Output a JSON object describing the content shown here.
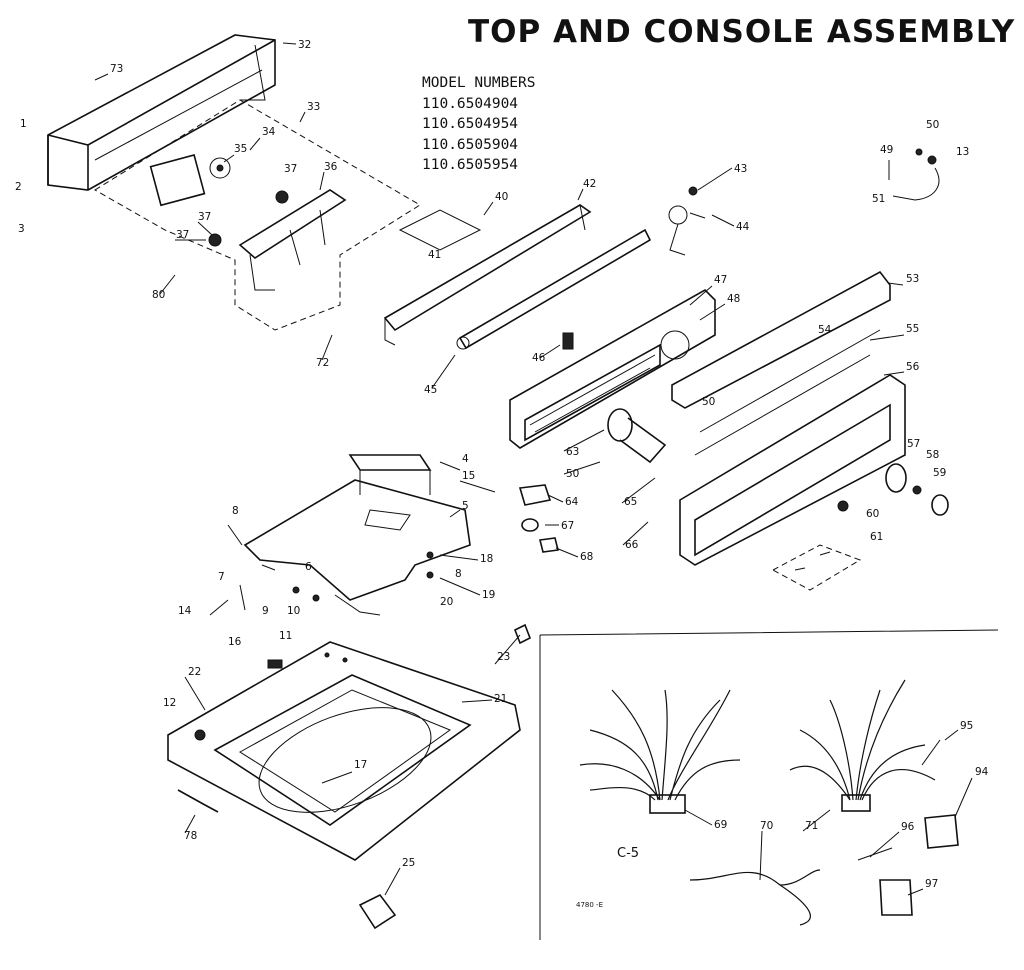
{
  "title": "TOP AND CONSOLE ASSEMBLY",
  "model_numbers": {
    "heading": "MODEL NUMBERS",
    "items": [
      "110.6504904",
      "110.6504954",
      "110.6505904",
      "110.6505954"
    ]
  },
  "section_label": "C-5",
  "stamp_text": "4780 -E",
  "callouts": {
    "p73": "73",
    "p32": "32",
    "p33": "33",
    "p34": "34",
    "p35": "35",
    "p36": "36",
    "p37a": "37",
    "p37b": "37",
    "p37c": "37",
    "p2": "2",
    "p3": "3",
    "p1": "1",
    "p80": "80",
    "p72": "72",
    "p40": "40",
    "p41": "41",
    "p42": "42",
    "p43": "43",
    "p44": "44",
    "p45": "45",
    "p46": "46",
    "p47": "47",
    "p48": "48",
    "p49": "49",
    "p50a": "50",
    "p50b": "50",
    "p50c": "50",
    "p51": "51",
    "p13": "13",
    "p53": "53",
    "p54": "54",
    "p55": "55",
    "p56": "56",
    "p57": "57",
    "p58": "58",
    "p59": "59",
    "p60": "60",
    "p61": "61",
    "p63": "63",
    "p64": "64",
    "p65": "65",
    "p66": "66",
    "p67": "67",
    "p68": "68",
    "p4": "4",
    "p5": "5",
    "p6": "6",
    "p7": "7",
    "p8": "8",
    "p9": "9",
    "p10": "10",
    "p11": "11",
    "p12": "12",
    "p14": "14",
    "p15": "15",
    "p16": "16",
    "p17": "17",
    "p18": "18",
    "p19": "19",
    "p20": "20",
    "p21": "21",
    "p22": "22",
    "p23": "23",
    "p25": "25",
    "p78": "78",
    "p69": "69",
    "p70": "70",
    "p71": "71",
    "p94": "94",
    "p95": "95",
    "p96": "96",
    "p97": "97",
    "p8b": "8"
  }
}
